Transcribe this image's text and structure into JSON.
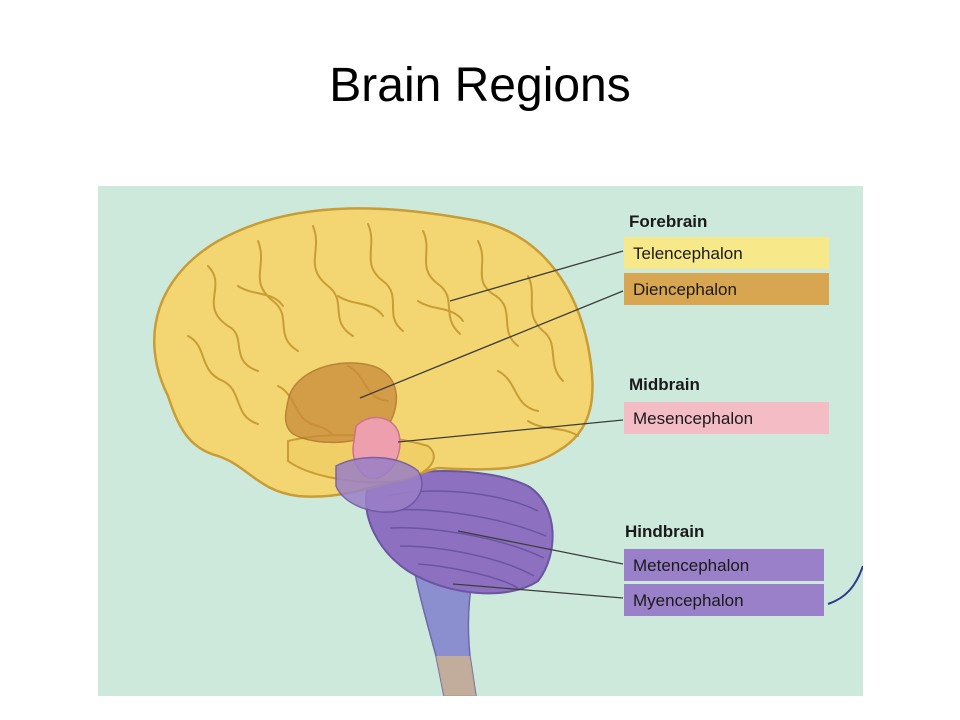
{
  "title": "Brain Regions",
  "colors": {
    "background": "#cde9dc",
    "telencephalon": "#f7e889",
    "diencephalon": "#d8a550",
    "mesencephalon": "#f4bcc5",
    "hindbrain": "#9a80c8",
    "brain_tissue": "#f3d672"
  },
  "groups": [
    {
      "name": "Forebrain",
      "parts": [
        {
          "name": "Telencephalon",
          "color": "#f7e889"
        },
        {
          "name": "Diencephalon",
          "color": "#d8a550"
        }
      ]
    },
    {
      "name": "Midbrain",
      "parts": [
        {
          "name": "Mesencephalon",
          "color": "#f4bcc5"
        }
      ]
    },
    {
      "name": "Hindbrain",
      "parts": [
        {
          "name": "Metencephalon",
          "color": "#9a80c8"
        },
        {
          "name": "Myencephalon",
          "color": "#9a80c8"
        }
      ]
    }
  ]
}
